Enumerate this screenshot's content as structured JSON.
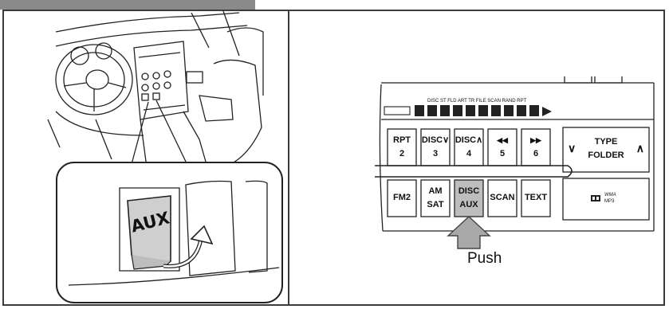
{
  "left_panel": {
    "inset_button_label": "AUX"
  },
  "radio": {
    "lcd_indicators": "DISC ST FLD ART TR FILE SCAN RAND RPT",
    "row1": [
      {
        "top": "RPT",
        "bottom": "2"
      },
      {
        "top": "DISC∨",
        "bottom": "3"
      },
      {
        "top": "DISC∧",
        "bottom": "4"
      },
      {
        "top": "◀◀",
        "bottom": "5"
      },
      {
        "top": "▶▶",
        "bottom": "6"
      }
    ],
    "type_folder": {
      "line1": "TYPE",
      "line2": "FOLDER",
      "left_arrow": "∨",
      "right_arrow": "∧"
    },
    "row2": [
      {
        "top": "FM2",
        "bottom": ""
      },
      {
        "top": "AM",
        "bottom": "SAT"
      },
      {
        "top": "DISC",
        "bottom": "AUX"
      },
      {
        "top": "SCAN",
        "bottom": ""
      },
      {
        "top": "TEXT",
        "bottom": ""
      }
    ],
    "wma_mp3": {
      "line1": "WMA",
      "line2": "MP3"
    },
    "push_label": "Push"
  }
}
